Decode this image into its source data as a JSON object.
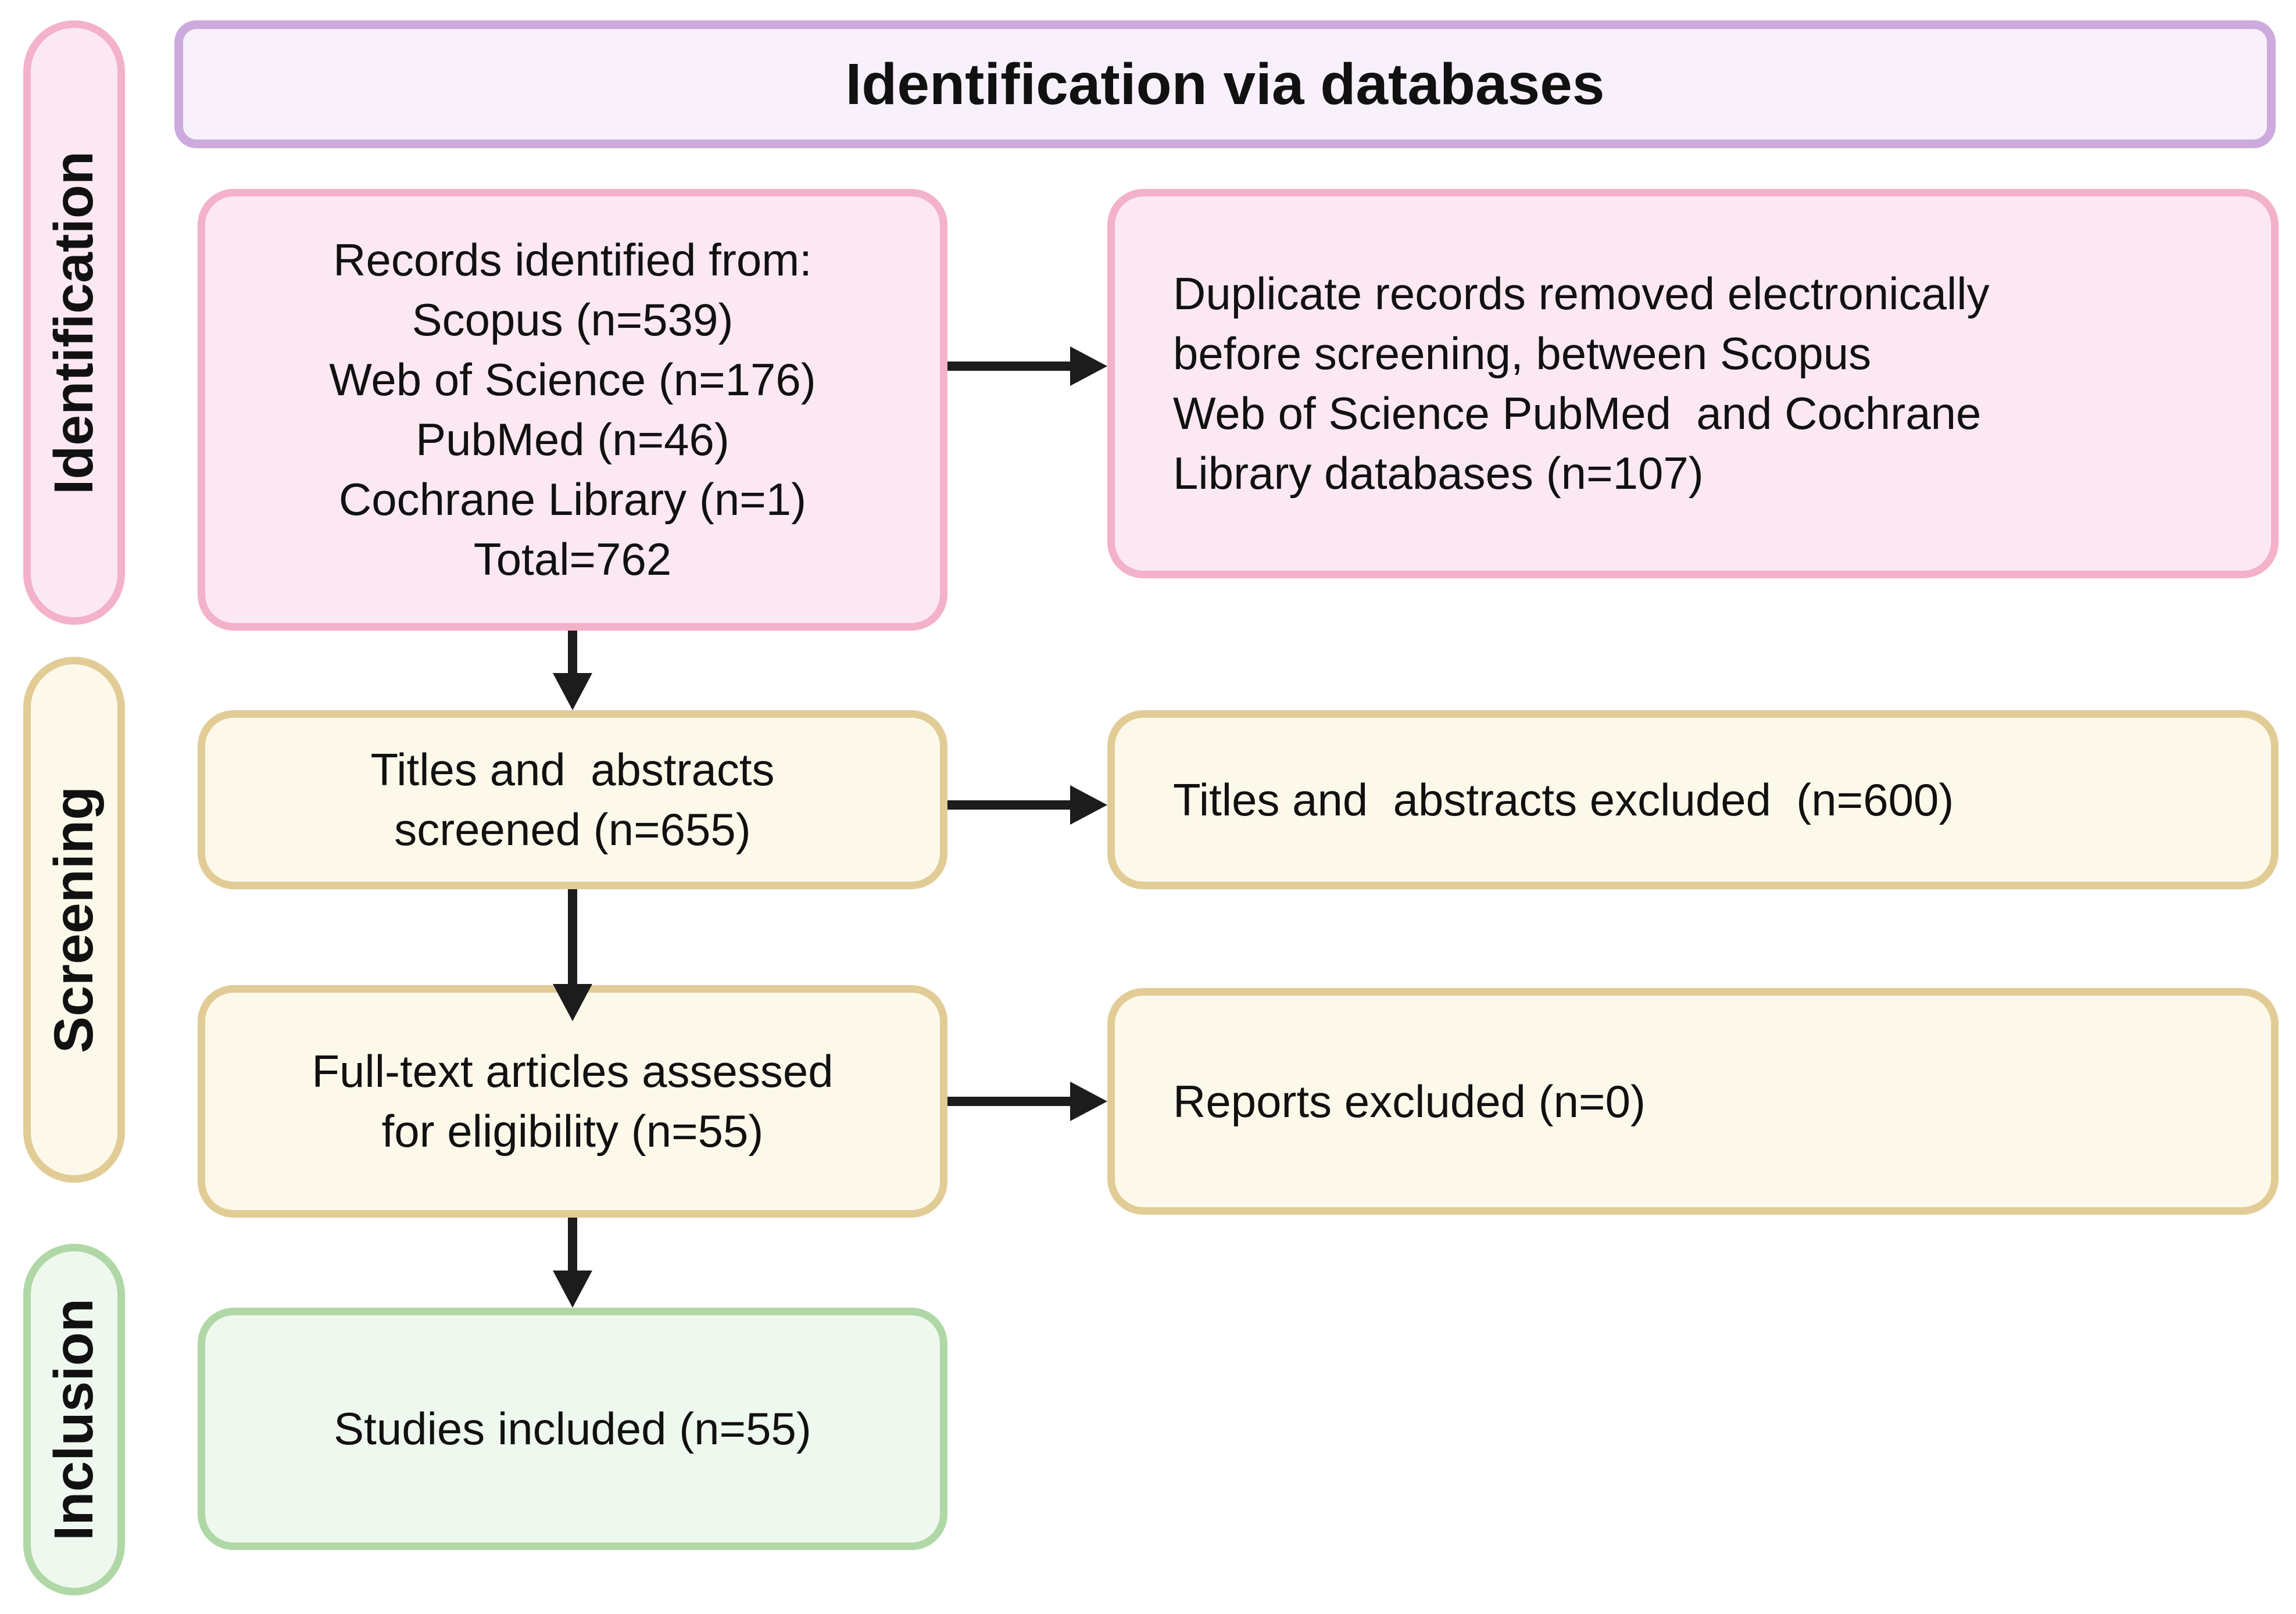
{
  "banner": {
    "title": "Identification via databases"
  },
  "stages": [
    {
      "id": "identification",
      "label": "Identification"
    },
    {
      "id": "screening",
      "label": "Screening"
    },
    {
      "id": "inclusion",
      "label": "Inclusion"
    }
  ],
  "boxes": {
    "records_identified": {
      "lines": [
        "Records identified from:",
        "Scopus (n=539)",
        "Web of Science (n=176)",
        "PubMed (n=46)",
        "Cochrane Library (n=1)",
        "Total=762"
      ]
    },
    "duplicates_removed": {
      "lines": [
        "Duplicate records removed electronically",
        "before screening, between Scopus",
        "Web of Science PubMed  and Cochrane",
        "Library databases (n=107)"
      ]
    },
    "titles_screened": {
      "lines": [
        "Titles and  abstracts",
        "screened (n=655)"
      ]
    },
    "titles_excluded": {
      "lines": [
        "Titles and  abstracts excluded  (n=600)"
      ]
    },
    "fulltext_assessed": {
      "lines": [
        "Full-text articles assessed",
        "for eligibility (n=55)"
      ]
    },
    "reports_excluded": {
      "lines": [
        "Reports excluded (n=0)"
      ]
    },
    "studies_included": {
      "lines": [
        "Studies included (n=55)"
      ]
    }
  },
  "colors": {
    "pink_fill": "#fce8f2",
    "pink_border": "#f3b1ca",
    "purple_fill": "#f8f1fb",
    "purple_border": "#cdaade",
    "cream_fill": "#fdf9ea",
    "cream_border": "#e2cc96",
    "green_fill": "#eff8ee",
    "green_border": "#afd8a6",
    "arrow": "#1c1c1c",
    "text": "#111111"
  }
}
